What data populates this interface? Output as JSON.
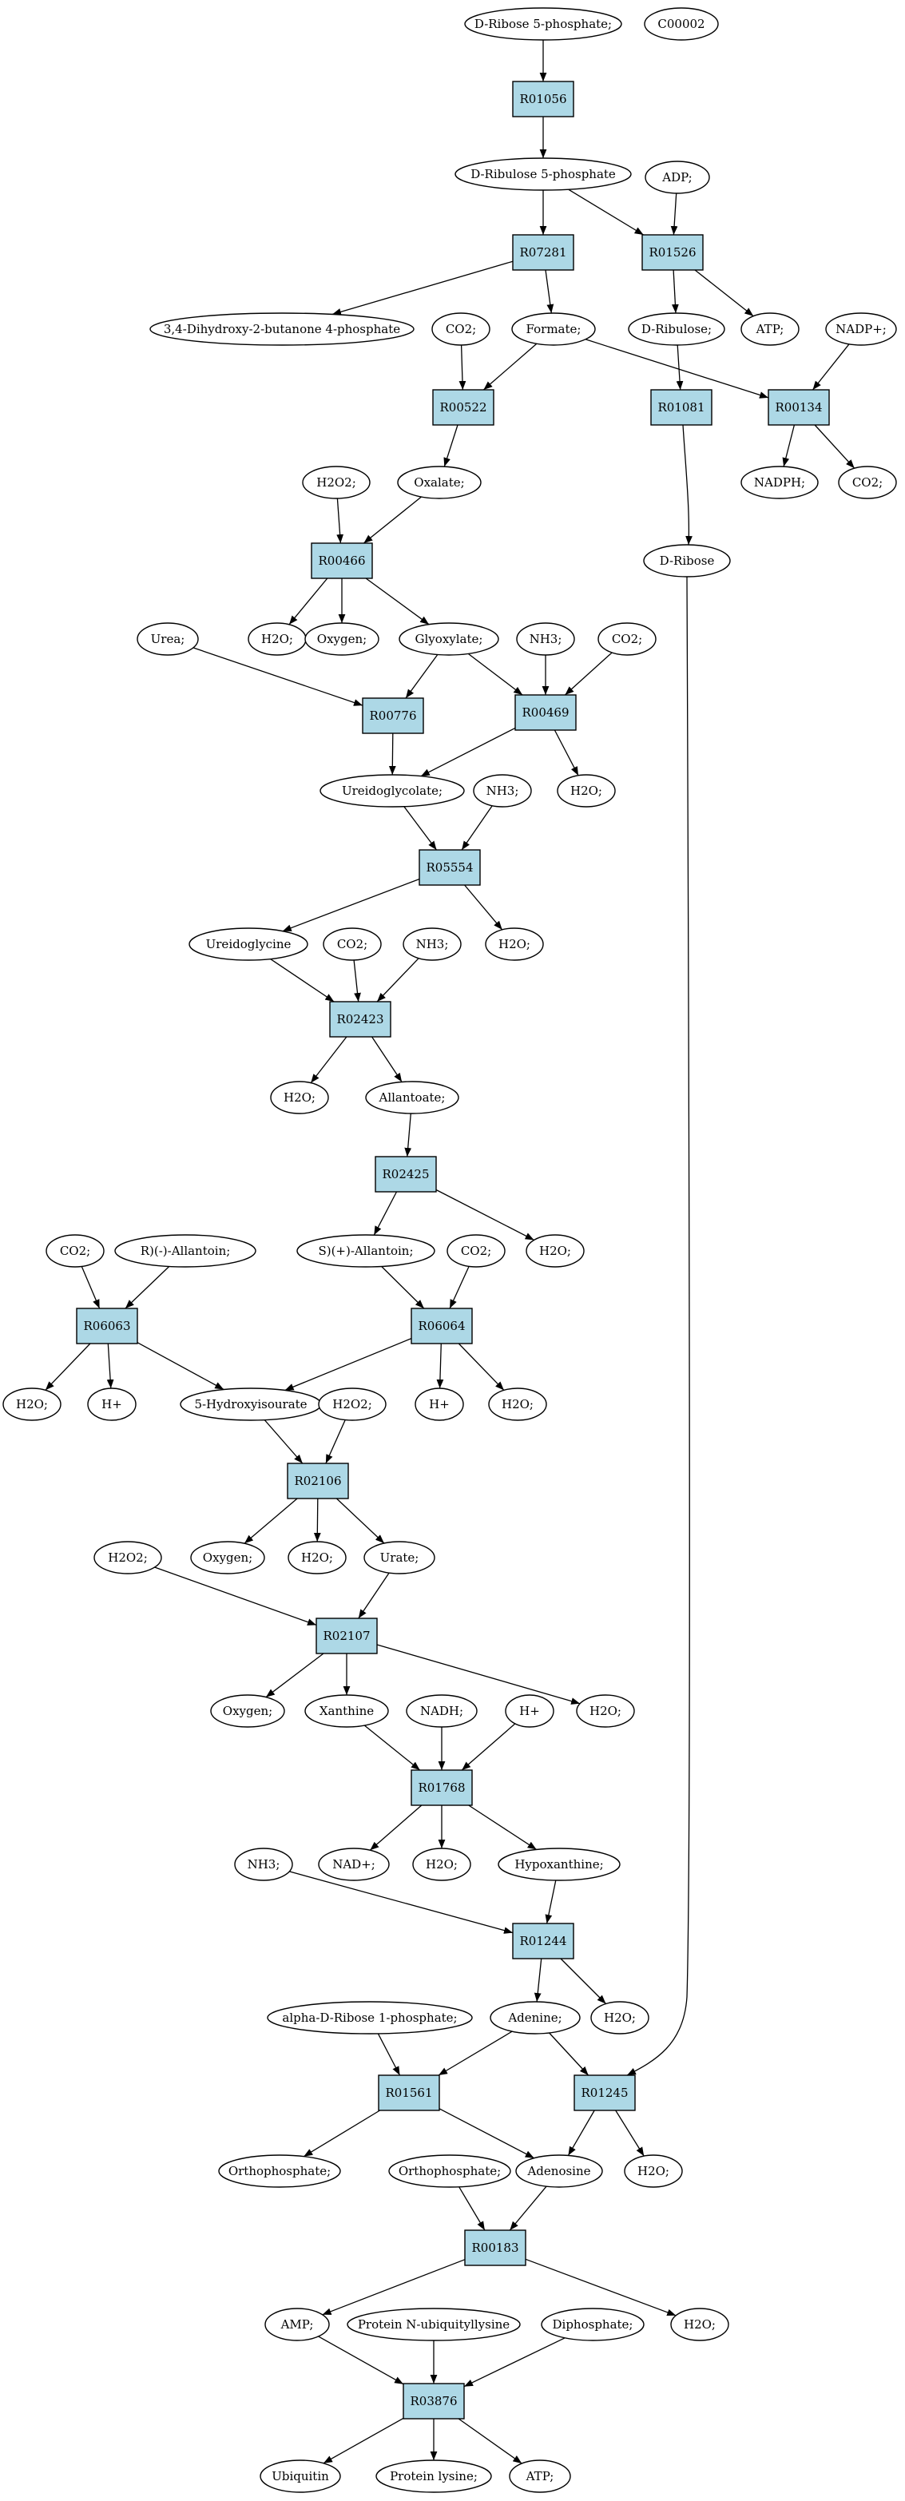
{
  "colors": {
    "reaction_fill": "#add8e6",
    "start_compound_fill": "#00ee00",
    "legend_compound_fill": "#ffff00",
    "compound_fill": "#ffffff",
    "stroke": "#000000"
  },
  "nodes": [
    {
      "id": "n_d_ribose_5p",
      "label": "D-Ribose 5-phosphate;",
      "shape": "compound",
      "style": "start"
    },
    {
      "id": "n_c00002",
      "label": "C00002",
      "shape": "compound",
      "style": "legend"
    },
    {
      "id": "n_r01056",
      "label": "R01056",
      "shape": "reaction"
    },
    {
      "id": "n_d_ribulose_5p",
      "label": "D-Ribulose 5-phosphate",
      "shape": "compound"
    },
    {
      "id": "n_adp",
      "label": "ADP;",
      "shape": "compound"
    },
    {
      "id": "n_r07281",
      "label": "R07281",
      "shape": "reaction"
    },
    {
      "id": "n_r01526",
      "label": "R01526",
      "shape": "reaction"
    },
    {
      "id": "n_dihydroxybutanone",
      "label": "3,4-Dihydroxy-2-butanone 4-phosphate",
      "shape": "compound"
    },
    {
      "id": "n_co2_a",
      "label": "CO2;",
      "shape": "compound"
    },
    {
      "id": "n_formate",
      "label": "Formate;",
      "shape": "compound"
    },
    {
      "id": "n_d_ribulose",
      "label": "D-Ribulose;",
      "shape": "compound"
    },
    {
      "id": "n_atp_a",
      "label": "ATP;",
      "shape": "compound"
    },
    {
      "id": "n_nadp",
      "label": "NADP+;",
      "shape": "compound"
    },
    {
      "id": "n_r00522",
      "label": "R00522",
      "shape": "reaction"
    },
    {
      "id": "n_r01081",
      "label": "R01081",
      "shape": "reaction"
    },
    {
      "id": "n_r00134",
      "label": "R00134",
      "shape": "reaction"
    },
    {
      "id": "n_h2o2_a",
      "label": "H2O2;",
      "shape": "compound"
    },
    {
      "id": "n_oxalate",
      "label": "Oxalate;",
      "shape": "compound"
    },
    {
      "id": "n_nadph",
      "label": "NADPH;",
      "shape": "compound"
    },
    {
      "id": "n_co2_b",
      "label": "CO2;",
      "shape": "compound"
    },
    {
      "id": "n_r00466",
      "label": "R00466",
      "shape": "reaction"
    },
    {
      "id": "n_d_ribose",
      "label": "D-Ribose",
      "shape": "compound"
    },
    {
      "id": "n_urea",
      "label": "Urea;",
      "shape": "compound"
    },
    {
      "id": "n_h2o_a",
      "label": "H2O;",
      "shape": "compound"
    },
    {
      "id": "n_oxygen_a",
      "label": "Oxygen;",
      "shape": "compound"
    },
    {
      "id": "n_glyoxylate",
      "label": "Glyoxylate;",
      "shape": "compound"
    },
    {
      "id": "n_nh3_a",
      "label": "NH3;",
      "shape": "compound"
    },
    {
      "id": "n_co2_c",
      "label": "CO2;",
      "shape": "compound"
    },
    {
      "id": "n_r00776",
      "label": "R00776",
      "shape": "reaction"
    },
    {
      "id": "n_r00469",
      "label": "R00469",
      "shape": "reaction"
    },
    {
      "id": "n_ureidoglycolate",
      "label": "Ureidoglycolate;",
      "shape": "compound"
    },
    {
      "id": "n_nh3_b",
      "label": "NH3;",
      "shape": "compound"
    },
    {
      "id": "n_h2o_b",
      "label": "H2O;",
      "shape": "compound"
    },
    {
      "id": "n_r05554",
      "label": "R05554",
      "shape": "reaction"
    },
    {
      "id": "n_ureidoglycine",
      "label": "Ureidoglycine",
      "shape": "compound"
    },
    {
      "id": "n_co2_d",
      "label": "CO2;",
      "shape": "compound"
    },
    {
      "id": "n_nh3_c",
      "label": "NH3;",
      "shape": "compound"
    },
    {
      "id": "n_h2o_c",
      "label": "H2O;",
      "shape": "compound"
    },
    {
      "id": "n_r02423",
      "label": "R02423",
      "shape": "reaction"
    },
    {
      "id": "n_h2o_d",
      "label": "H2O;",
      "shape": "compound"
    },
    {
      "id": "n_allantoate",
      "label": "Allantoate;",
      "shape": "compound"
    },
    {
      "id": "n_r02425",
      "label": "R02425",
      "shape": "reaction"
    },
    {
      "id": "n_co2_e",
      "label": "CO2;",
      "shape": "compound"
    },
    {
      "id": "n_r_allantoin",
      "label": "R)(-)-Allantoin;",
      "shape": "compound"
    },
    {
      "id": "n_s_allantoin",
      "label": "S)(+)-Allantoin;",
      "shape": "compound"
    },
    {
      "id": "n_co2_f",
      "label": "CO2;",
      "shape": "compound"
    },
    {
      "id": "n_h2o_e",
      "label": "H2O;",
      "shape": "compound"
    },
    {
      "id": "n_r06063",
      "label": "R06063",
      "shape": "reaction"
    },
    {
      "id": "n_r06064",
      "label": "R06064",
      "shape": "reaction"
    },
    {
      "id": "n_h2o_f",
      "label": "H2O;",
      "shape": "compound"
    },
    {
      "id": "n_hplus_a",
      "label": "H+",
      "shape": "compound"
    },
    {
      "id": "n_hydroxyisourate",
      "label": "5-Hydroxyisourate",
      "shape": "compound"
    },
    {
      "id": "n_h2o2_b",
      "label": "H2O2;",
      "shape": "compound"
    },
    {
      "id": "n_hplus_b",
      "label": "H+",
      "shape": "compound"
    },
    {
      "id": "n_h2o_g",
      "label": "H2O;",
      "shape": "compound"
    },
    {
      "id": "n_r02106",
      "label": "R02106",
      "shape": "reaction"
    },
    {
      "id": "n_h2o2_c",
      "label": "H2O2;",
      "shape": "compound"
    },
    {
      "id": "n_oxygen_b",
      "label": "Oxygen;",
      "shape": "compound"
    },
    {
      "id": "n_h2o_h",
      "label": "H2O;",
      "shape": "compound"
    },
    {
      "id": "n_urate",
      "label": "Urate;",
      "shape": "compound"
    },
    {
      "id": "n_r02107",
      "label": "R02107",
      "shape": "reaction"
    },
    {
      "id": "n_oxygen_c",
      "label": "Oxygen;",
      "shape": "compound"
    },
    {
      "id": "n_xanthine",
      "label": "Xanthine",
      "shape": "compound"
    },
    {
      "id": "n_nadh",
      "label": "NADH;",
      "shape": "compound"
    },
    {
      "id": "n_hplus_c",
      "label": "H+",
      "shape": "compound"
    },
    {
      "id": "n_h2o_i",
      "label": "H2O;",
      "shape": "compound"
    },
    {
      "id": "n_r01768",
      "label": "R01768",
      "shape": "reaction"
    },
    {
      "id": "n_nh3_d",
      "label": "NH3;",
      "shape": "compound"
    },
    {
      "id": "n_nad",
      "label": "NAD+;",
      "shape": "compound"
    },
    {
      "id": "n_h2o_j",
      "label": "H2O;",
      "shape": "compound"
    },
    {
      "id": "n_hypoxanthine",
      "label": "Hypoxanthine;",
      "shape": "compound"
    },
    {
      "id": "n_r01244",
      "label": "R01244",
      "shape": "reaction"
    },
    {
      "id": "n_alpha_ribose_1p",
      "label": "alpha-D-Ribose 1-phosphate;",
      "shape": "compound"
    },
    {
      "id": "n_adenine",
      "label": "Adenine;",
      "shape": "compound"
    },
    {
      "id": "n_h2o_k",
      "label": "H2O;",
      "shape": "compound"
    },
    {
      "id": "n_r01561",
      "label": "R01561",
      "shape": "reaction"
    },
    {
      "id": "n_r01245",
      "label": "R01245",
      "shape": "reaction"
    },
    {
      "id": "n_orthophosphate_a",
      "label": "Orthophosphate;",
      "shape": "compound"
    },
    {
      "id": "n_orthophosphate_b",
      "label": "Orthophosphate;",
      "shape": "compound"
    },
    {
      "id": "n_adenosine",
      "label": "Adenosine",
      "shape": "compound"
    },
    {
      "id": "n_h2o_l",
      "label": "H2O;",
      "shape": "compound"
    },
    {
      "id": "n_r00183",
      "label": "R00183",
      "shape": "reaction"
    },
    {
      "id": "n_amp",
      "label": "AMP;",
      "shape": "compound"
    },
    {
      "id": "n_protein_n_ubiquityllysine",
      "label": "Protein N-ubiquityllysine",
      "shape": "compound"
    },
    {
      "id": "n_diphosphate",
      "label": "Diphosphate;",
      "shape": "compound"
    },
    {
      "id": "n_h2o_m",
      "label": "H2O;",
      "shape": "compound"
    },
    {
      "id": "n_r03876",
      "label": "R03876",
      "shape": "reaction"
    },
    {
      "id": "n_ubiquitin",
      "label": "Ubiquitin",
      "shape": "compound"
    },
    {
      "id": "n_protein_lysine",
      "label": "Protein lysine;",
      "shape": "compound"
    },
    {
      "id": "n_atp_b",
      "label": "ATP;",
      "shape": "compound"
    }
  ],
  "edges": [
    {
      "from": "n_d_ribose_5p",
      "to": "n_r01056"
    },
    {
      "from": "n_r01056",
      "to": "n_d_ribulose_5p"
    },
    {
      "from": "n_d_ribulose_5p",
      "to": "n_r07281"
    },
    {
      "from": "n_d_ribulose_5p",
      "to": "n_r01526"
    },
    {
      "from": "n_adp",
      "to": "n_r01526"
    },
    {
      "from": "n_r07281",
      "to": "n_dihydroxybutanone"
    },
    {
      "from": "n_r07281",
      "to": "n_formate"
    },
    {
      "from": "n_r01526",
      "to": "n_d_ribulose"
    },
    {
      "from": "n_r01526",
      "to": "n_atp_a"
    },
    {
      "from": "n_co2_a",
      "to": "n_r00522"
    },
    {
      "from": "n_formate",
      "to": "n_r00522"
    },
    {
      "from": "n_formate",
      "to": "n_r00134"
    },
    {
      "from": "n_nadp",
      "to": "n_r00134"
    },
    {
      "from": "n_d_ribulose",
      "to": "n_r01081"
    },
    {
      "from": "n_r00522",
      "to": "n_oxalate"
    },
    {
      "from": "n_r00134",
      "to": "n_nadph"
    },
    {
      "from": "n_r00134",
      "to": "n_co2_b"
    },
    {
      "from": "n_r01081",
      "to": "n_d_ribose"
    },
    {
      "from": "n_h2o2_a",
      "to": "n_r00466"
    },
    {
      "from": "n_oxalate",
      "to": "n_r00466"
    },
    {
      "from": "n_r00466",
      "to": "n_h2o_a"
    },
    {
      "from": "n_r00466",
      "to": "n_oxygen_a"
    },
    {
      "from": "n_r00466",
      "to": "n_glyoxylate"
    },
    {
      "from": "n_urea",
      "to": "n_r00776"
    },
    {
      "from": "n_glyoxylate",
      "to": "n_r00776"
    },
    {
      "from": "n_glyoxylate",
      "to": "n_r00469"
    },
    {
      "from": "n_nh3_a",
      "to": "n_r00469"
    },
    {
      "from": "n_co2_c",
      "to": "n_r00469"
    },
    {
      "from": "n_r00776",
      "to": "n_ureidoglycolate"
    },
    {
      "from": "n_r00469",
      "to": "n_ureidoglycolate"
    },
    {
      "from": "n_r00469",
      "to": "n_h2o_b"
    },
    {
      "from": "n_ureidoglycolate",
      "to": "n_r05554"
    },
    {
      "from": "n_nh3_b",
      "to": "n_r05554"
    },
    {
      "from": "n_r05554",
      "to": "n_ureidoglycine"
    },
    {
      "from": "n_r05554",
      "to": "n_h2o_c"
    },
    {
      "from": "n_ureidoglycine",
      "to": "n_r02423"
    },
    {
      "from": "n_co2_d",
      "to": "n_r02423"
    },
    {
      "from": "n_nh3_c",
      "to": "n_r02423"
    },
    {
      "from": "n_r02423",
      "to": "n_h2o_d"
    },
    {
      "from": "n_r02423",
      "to": "n_allantoate"
    },
    {
      "from": "n_allantoate",
      "to": "n_r02425"
    },
    {
      "from": "n_r02425",
      "to": "n_s_allantoin"
    },
    {
      "from": "n_r02425",
      "to": "n_h2o_e"
    },
    {
      "from": "n_co2_e",
      "to": "n_r06063"
    },
    {
      "from": "n_r_allantoin",
      "to": "n_r06063"
    },
    {
      "from": "n_s_allantoin",
      "to": "n_r06064"
    },
    {
      "from": "n_co2_f",
      "to": "n_r06064"
    },
    {
      "from": "n_r06063",
      "to": "n_h2o_f"
    },
    {
      "from": "n_r06063",
      "to": "n_hplus_a"
    },
    {
      "from": "n_r06063",
      "to": "n_hydroxyisourate"
    },
    {
      "from": "n_r06064",
      "to": "n_hydroxyisourate"
    },
    {
      "from": "n_r06064",
      "to": "n_hplus_b"
    },
    {
      "from": "n_r06064",
      "to": "n_h2o_g"
    },
    {
      "from": "n_hydroxyisourate",
      "to": "n_r02106"
    },
    {
      "from": "n_h2o2_b",
      "to": "n_r02106"
    },
    {
      "from": "n_r02106",
      "to": "n_oxygen_b"
    },
    {
      "from": "n_r02106",
      "to": "n_h2o_h"
    },
    {
      "from": "n_r02106",
      "to": "n_urate"
    },
    {
      "from": "n_h2o2_c",
      "to": "n_r02107"
    },
    {
      "from": "n_urate",
      "to": "n_r02107"
    },
    {
      "from": "n_r02107",
      "to": "n_oxygen_c"
    },
    {
      "from": "n_r02107",
      "to": "n_xanthine"
    },
    {
      "from": "n_r02107",
      "to": "n_h2o_i"
    },
    {
      "from": "n_xanthine",
      "to": "n_r01768"
    },
    {
      "from": "n_nadh",
      "to": "n_r01768"
    },
    {
      "from": "n_hplus_c",
      "to": "n_r01768"
    },
    {
      "from": "n_r01768",
      "to": "n_nad"
    },
    {
      "from": "n_r01768",
      "to": "n_h2o_j"
    },
    {
      "from": "n_r01768",
      "to": "n_hypoxanthine"
    },
    {
      "from": "n_nh3_d",
      "to": "n_r01244"
    },
    {
      "from": "n_hypoxanthine",
      "to": "n_r01244"
    },
    {
      "from": "n_r01244",
      "to": "n_adenine"
    },
    {
      "from": "n_r01244",
      "to": "n_h2o_k"
    },
    {
      "from": "n_alpha_ribose_1p",
      "to": "n_r01561"
    },
    {
      "from": "n_adenine",
      "to": "n_r01561"
    },
    {
      "from": "n_adenine",
      "to": "n_r01245"
    },
    {
      "from": "n_d_ribose",
      "to": "n_r01245"
    },
    {
      "from": "n_r01561",
      "to": "n_orthophosphate_a"
    },
    {
      "from": "n_r01561",
      "to": "n_adenosine"
    },
    {
      "from": "n_r01245",
      "to": "n_adenosine"
    },
    {
      "from": "n_r01245",
      "to": "n_h2o_l"
    },
    {
      "from": "n_orthophosphate_b",
      "to": "n_r00183"
    },
    {
      "from": "n_adenosine",
      "to": "n_r00183"
    },
    {
      "from": "n_r00183",
      "to": "n_amp"
    },
    {
      "from": "n_r00183",
      "to": "n_h2o_m"
    },
    {
      "from": "n_amp",
      "to": "n_r03876"
    },
    {
      "from": "n_protein_n_ubiquityllysine",
      "to": "n_r03876"
    },
    {
      "from": "n_diphosphate",
      "to": "n_r03876"
    },
    {
      "from": "n_r03876",
      "to": "n_ubiquitin"
    },
    {
      "from": "n_r03876",
      "to": "n_protein_lysine"
    },
    {
      "from": "n_r03876",
      "to": "n_atp_b"
    }
  ]
}
